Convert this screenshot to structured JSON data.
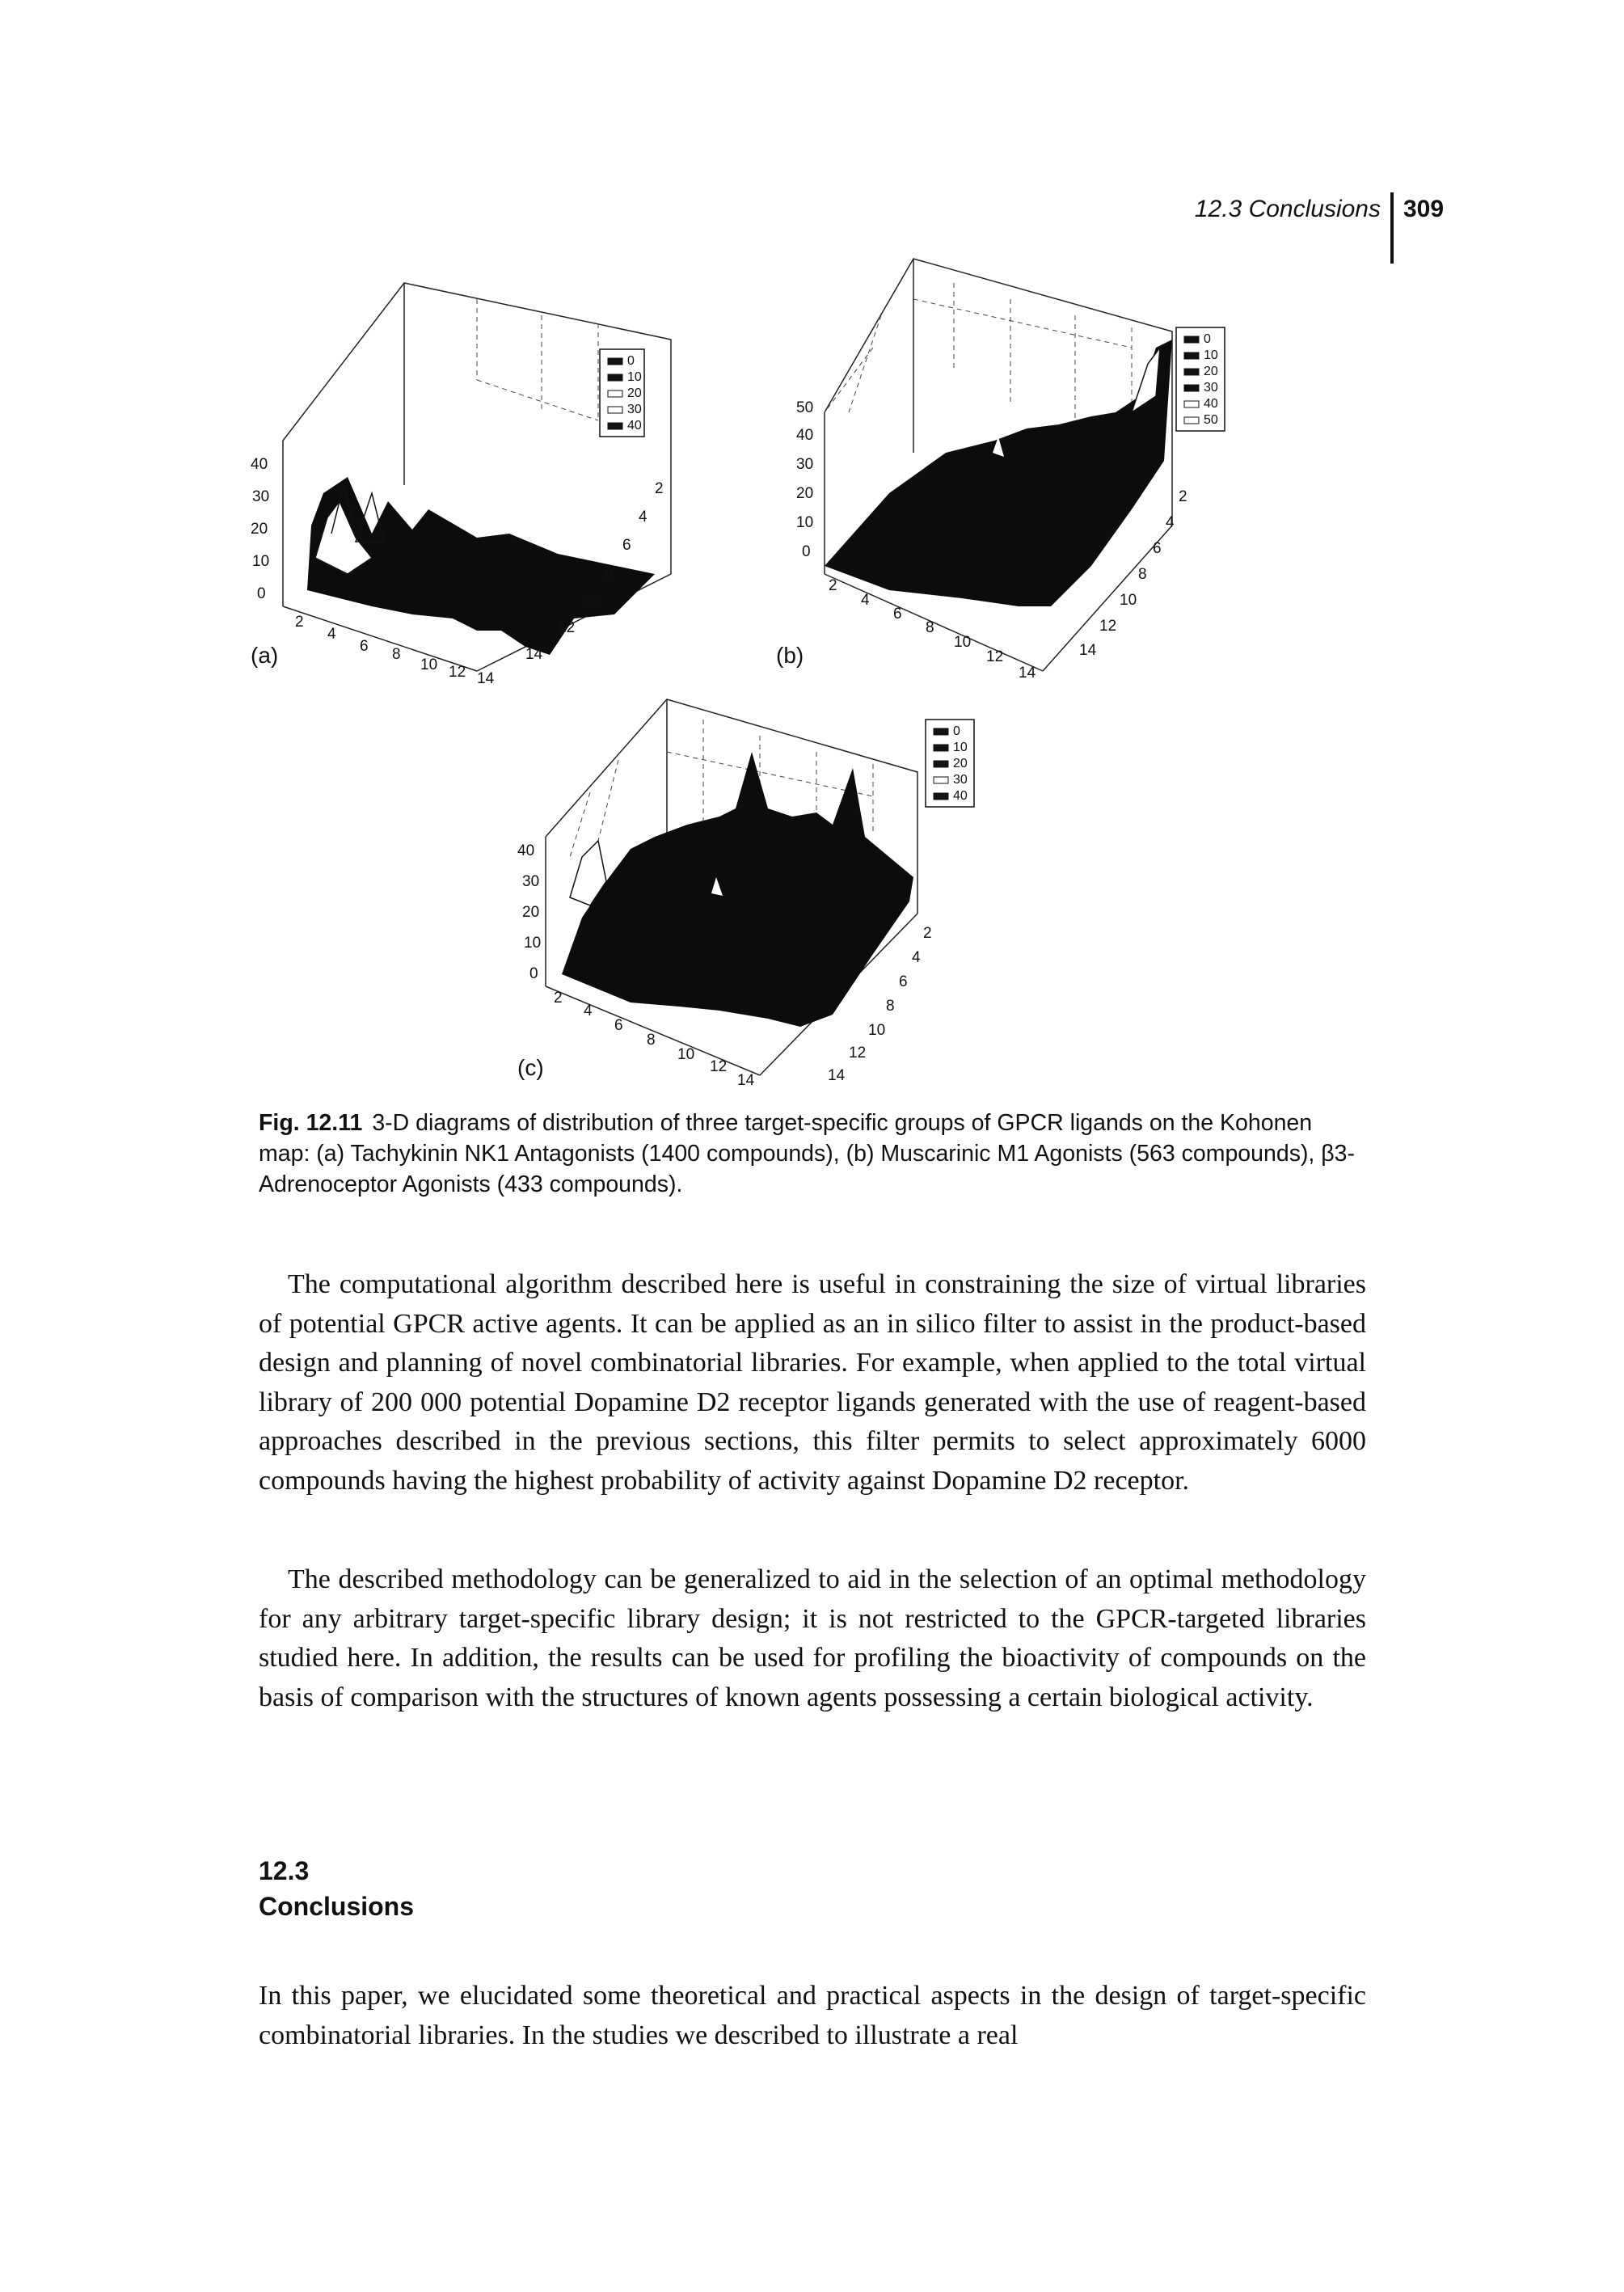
{
  "header": {
    "running_title": "12.3 Conclusions",
    "page_number": "309"
  },
  "figure": {
    "panels": [
      {
        "label": "(a)",
        "z_ticks": [
          "0",
          "10",
          "20",
          "30",
          "40"
        ],
        "x_ticks": [
          "2",
          "4",
          "6",
          "8",
          "10",
          "12",
          "14"
        ],
        "y_ticks": [
          "2",
          "4",
          "6",
          "8",
          "10",
          "12",
          "14"
        ],
        "legend": [
          "0",
          "10",
          "20",
          "30",
          "40"
        ]
      },
      {
        "label": "(b)",
        "z_ticks": [
          "0",
          "10",
          "20",
          "30",
          "40",
          "50"
        ],
        "x_ticks": [
          "2",
          "4",
          "6",
          "8",
          "10",
          "12",
          "14"
        ],
        "y_ticks": [
          "2",
          "4",
          "6",
          "8",
          "10",
          "12",
          "14"
        ],
        "legend": [
          "0",
          "10",
          "20",
          "30",
          "40",
          "50"
        ]
      },
      {
        "label": "(c)",
        "z_ticks": [
          "0",
          "10",
          "20",
          "30",
          "40"
        ],
        "x_ticks": [
          "2",
          "4",
          "6",
          "8",
          "10",
          "12",
          "14"
        ],
        "y_ticks": [
          "2",
          "4",
          "6",
          "8",
          "10",
          "12",
          "14"
        ],
        "legend": [
          "0",
          "10",
          "20",
          "30",
          "40"
        ]
      }
    ],
    "caption_label": "Fig. 12.11",
    "caption_text": "3-D diagrams of distribution of three target-specific groups of GPCR ligands on the Kohonen map: (a) Tachykinin NK1 Antagonists (1400 compounds), (b) Muscarinic M1 Agonists (563 compounds), β3-Adrenoceptor Agonists (433 compounds)."
  },
  "paragraphs": [
    "The computational algorithm described here is useful in constraining the size of virtual libraries of potential GPCR active agents. It can be applied as an in silico filter to assist in the product-based design and planning of novel combinatorial libraries. For example, when applied to the total virtual library of 200 000 potential Dopamine D2 receptor ligands generated with the use of reagent-based approaches described in the previous sections, this filter permits to select approximately 6000 compounds having the highest probability of activity against Dopamine D2 receptor.",
    "The described methodology can be generalized to aid in the selection of an optimal methodology for any arbitrary target-specific library design; it is not restricted to the GPCR-targeted libraries studied here. In addition, the results can be used for profiling the bioactivity of compounds on the basis of comparison with the structures of known agents possessing a certain biological activity."
  ],
  "section": {
    "number": "12.3",
    "title": "Conclusions",
    "paragraph": "In this paper, we elucidated some theoretical and practical aspects in the design of target-specific combinatorial libraries. In the studies we described to illustrate a real"
  }
}
